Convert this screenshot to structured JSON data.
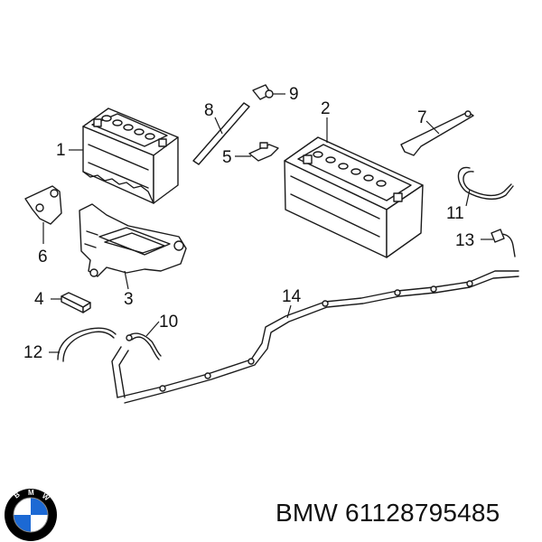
{
  "callouts": [
    "1",
    "2",
    "3",
    "4",
    "5",
    "6",
    "7",
    "8",
    "9",
    "10",
    "11",
    "12",
    "13",
    "14"
  ],
  "logo": {
    "text": "BMW",
    "colors": {
      "ring": "#000000",
      "blue": "#1c69d4",
      "white": "#ffffff"
    }
  },
  "caption": {
    "brand": "BMW",
    "part_number": "61128795485"
  },
  "colors": {
    "line": "#1a1a1a",
    "background": "#ffffff"
  }
}
